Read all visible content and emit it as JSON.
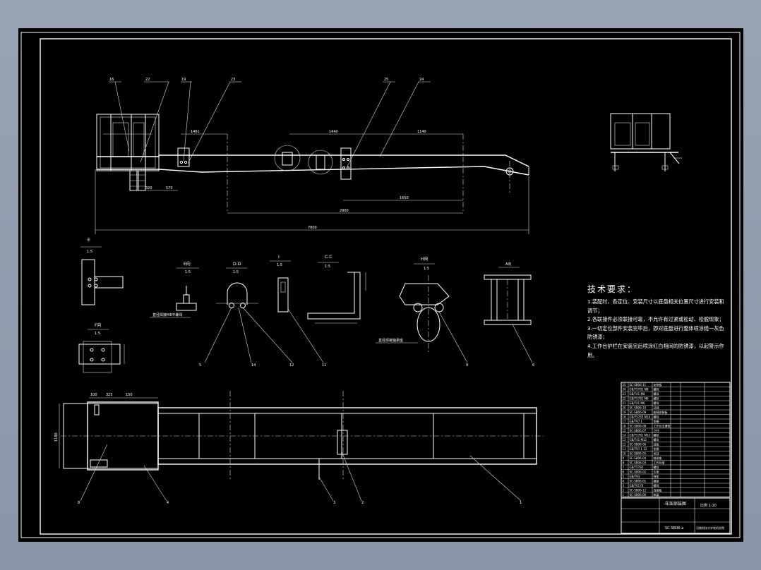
{
  "drawing": {
    "tech_title": "技术要求：",
    "tech_notes": [
      "1.装配时，各定位、安装尺寸以底盘相关位置尺寸进行安装和调节；",
      "2.各联接件必须联接可靠，不允许有过紧或松动、松脱现象；",
      "3.一切定位部件安装完毕后，即对底盘进行整体喷涂统一灰色防锈漆；",
      "4.工作台护栏在安装完后喷涂红白相间的防锈漆，以起警示作用。"
    ],
    "title_block": {
      "name": "车架部装图",
      "code": "SC-SB06-a",
      "scale": "比例 1:10",
      "org": "河南科技大学农机学院"
    },
    "views": {
      "e": "E",
      "e_scale": "1:5",
      "f": "F向",
      "f_scale": "1:5",
      "e_dir": "E向",
      "e_dir_scale": "1:5",
      "dd": "D-D",
      "dd_scale": "1:5",
      "i": "I",
      "i_scale": "1:5",
      "cc": "C-C",
      "cc_scale": "1:5",
      "h": "H向",
      "h_scale": "1:5",
      "a": "A向",
      "note_e": "直径焊接M8平螺母",
      "note_h": "直径焊接轴承座"
    },
    "callouts": [
      "16",
      "22",
      "19",
      "23",
      "25",
      "24",
      "5",
      "14",
      "12",
      "11",
      "9",
      "6",
      "8",
      "4",
      "3",
      "2",
      "1"
    ],
    "dims": {
      "total": "7800",
      "span": "2900",
      "mid": "1650",
      "left": "1461",
      "a1": "1440",
      "a2": "1140",
      "b1": "320",
      "b2": "570",
      "plan_w": "1180",
      "p1": "100",
      "p2": "325",
      "p3": "150"
    },
    "parts_table": {
      "rows": [
        [
          "25",
          "SC-SB06-11",
          "安装板"
        ],
        [
          "24",
          "GB/T5781 M8",
          "螺栓"
        ],
        [
          "23",
          "GB/T41 M8",
          "螺母"
        ],
        [
          "22",
          "GB/T5781 M6",
          "螺栓"
        ],
        [
          "21",
          "GB/T41 M6",
          "螺母"
        ],
        [
          "20",
          "SC-SB06-10",
          "扶梯"
        ],
        [
          "19",
          "SC-SB06-09",
          "座椅安装板"
        ],
        [
          "18",
          "GB/T5783 M10",
          "螺栓"
        ],
        [
          "17",
          "GB/T97.1",
          "垫圈"
        ],
        [
          "16",
          "SC-SB06-08",
          "工作台支撑架"
        ],
        [
          "15",
          "SC-SB06-07",
          "立柱"
        ],
        [
          "14",
          "GB/T5781 M12",
          "螺栓"
        ],
        [
          "13",
          "GB/T41 M12",
          "螺母"
        ],
        [
          "12",
          "SC-SB06-06",
          "耳板"
        ],
        [
          "11",
          "GB/T97.1 12",
          "垫圈"
        ],
        [
          "10",
          "SC-SB06-05",
          "吊耳"
        ],
        [
          "9",
          "SC-SB06-04",
          "轴承座"
        ],
        [
          "8",
          "SC-SB06-03",
          "工作台架"
        ],
        [
          "7",
          "GB/T5782",
          "螺栓"
        ],
        [
          "6",
          "SC-SB06-02",
          "支架"
        ],
        [
          "5",
          "GB/T93",
          "弹垫"
        ],
        [
          "4",
          "SC-SB06-01",
          "横梁"
        ],
        [
          "3",
          "GB/T6170",
          "螺母"
        ],
        [
          "2",
          "SC-SB06-12",
          "连接板"
        ],
        [
          "1",
          "SC-SB06-00",
          "纵梁"
        ]
      ]
    }
  }
}
